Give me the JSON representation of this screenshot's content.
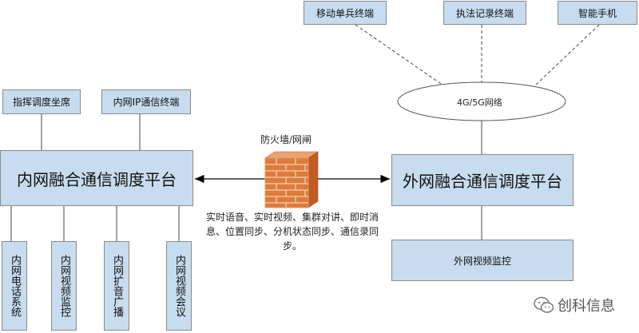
{
  "top_devices": [
    "移动单兵终端",
    "执法记录终端",
    "智能手机"
  ],
  "network_label": "4G/5G网络",
  "left_top_boxes": [
    "指挥调度坐席",
    "内网IP通信终端"
  ],
  "internal_platform": "内网融合通信调度平台",
  "external_platform": "外网融合通信调度平台",
  "firewall_label": "防火墙/网闸",
  "sync_description": "实时语音、实时视频、集群对讲、即时消息、位置同步、分机状态同步、通信录同步。",
  "internal_subsystems": [
    "内网电话系统",
    "内网视频监控",
    "内网扩音广播",
    "内网视频会议"
  ],
  "external_video": "外网视频监控",
  "brand": "创科信息",
  "colors": {
    "box_fill": "#c7dcee",
    "box_border": "#8a8a8a",
    "brick": "#e07a3c",
    "mortar": "#c9a070"
  }
}
